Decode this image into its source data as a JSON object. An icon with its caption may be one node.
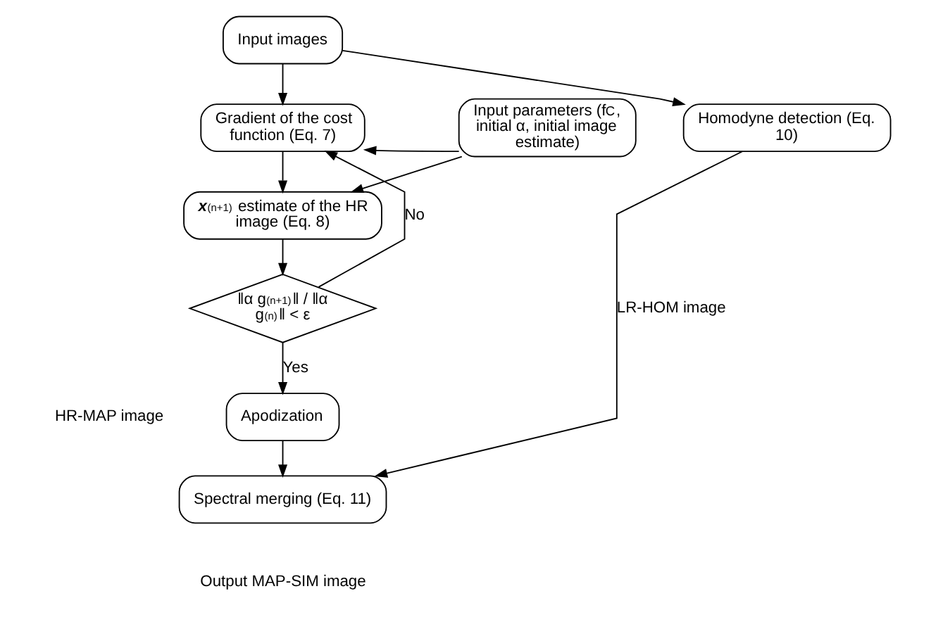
{
  "diagram": {
    "nodes": [
      {
        "text": [
          "Input images"
        ]
      },
      {
        "text": [
          "Input parameters (f$_{C}$, initial α, initial image estimate)"
        ]
      },
      {
        "text": [
          "Gradient of the cost function (Eq. 7)"
        ]
      },
      {
        "text": [
          "Homodyne detection (Eq. 10)"
        ]
      },
      {
        "text": [
          "*x*$^{(n+1)}$ estimate of the HR image (Eq. 8)"
        ]
      },
      {
        "text": [
          "‖α g$^{(n+1)}$‖ / ‖α g$^{(n)}$‖ < ε"
        ]
      },
      {
        "text": [
          "Apodization"
        ]
      },
      {
        "text": [
          "Spectral merging (Eq. 11)"
        ],
        "beside": [
          "Output MAP-SIM image"
        ]
      }
    ],
    "edges": [
      {
        "from": 0,
        "to": 2,
        "arrow": "to"
      },
      {
        "from": 0,
        "to": 3,
        "arrow": "to"
      },
      {
        "from": 1,
        "to": 2,
        "arrow": "to"
      },
      {
        "from": 1,
        "to": 4,
        "arrow": "to"
      },
      {
        "from": 2,
        "to": 4,
        "arrow": "to"
      },
      {
        "from": 4,
        "to": 5,
        "arrow": "to"
      },
      {
        "from": 5,
        "to": 2,
        "arrow": "to",
        "label": "No"
      },
      {
        "from": 5,
        "to": 6,
        "arrow": "to",
        "label": "Yes"
      },
      {
        "from": 6,
        "to": 7,
        "arrow": "to"
      },
      {
        "from": 3,
        "to": 7,
        "arrow": "to",
        "label": "LR-HOM image"
      }
    ],
    "labels": [
      "HR-MAP image"
    ]
  }
}
